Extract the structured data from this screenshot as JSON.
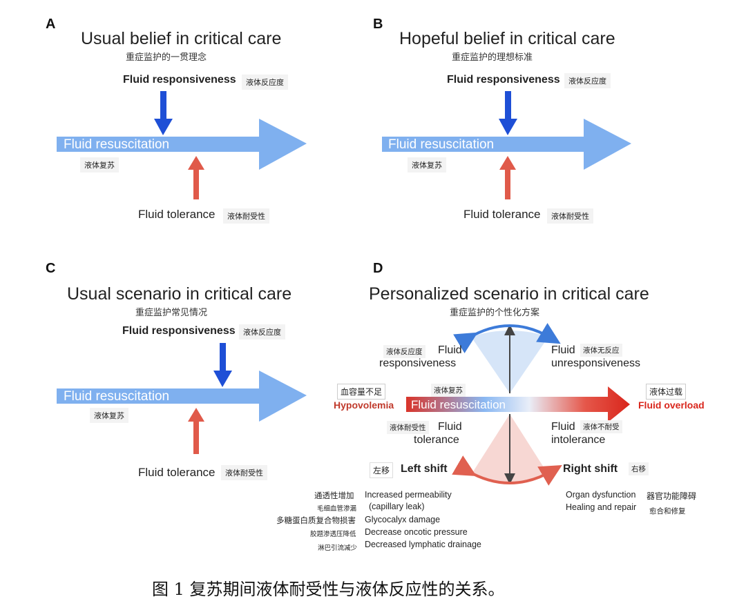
{
  "panels": {
    "a": {
      "letter": "A",
      "title": "Usual belief in critical care",
      "subtitle": "重症监护的一贯理念",
      "responsiveness": "Fluid responsiveness",
      "responsiveness_cn": "液体反应度",
      "resuscitation": "Fluid resuscitation",
      "resuscitation_cn": "液体复苏",
      "tolerance": "Fluid tolerance",
      "tolerance_cn": "液体耐受性"
    },
    "b": {
      "letter": "B",
      "title": "Hopeful belief in critical care",
      "subtitle": "重症监护的理想标准",
      "responsiveness": "Fluid responsiveness",
      "responsiveness_cn": "液体反应度",
      "resuscitation": "Fluid resuscitation",
      "resuscitation_cn": "液体复苏",
      "tolerance": "Fluid tolerance",
      "tolerance_cn": "液体耐受性"
    },
    "c": {
      "letter": "C",
      "title": "Usual scenario in critical care",
      "subtitle": "重症监护常见情况",
      "responsiveness": "Fluid responsiveness",
      "responsiveness_cn": "液体反应度",
      "resuscitation": "Fluid resuscitation",
      "resuscitation_cn": "液体复苏",
      "tolerance": "Fluid tolerance",
      "tolerance_cn": "液体耐受性"
    },
    "d": {
      "letter": "D",
      "title": "Personalized scenario in critical care",
      "subtitle": "重症监护的个性化方案",
      "resp_cn": "液体反应度",
      "resp_1": "Fluid",
      "resp_2": "responsiveness",
      "unresp_1": "Fluid",
      "unresp_cn": "液体无反应",
      "unresp_2": "unresponsiveness",
      "hypo_cn": "血容量不足",
      "hypo": "Hypovolemia",
      "resus_cn": "液体复苏",
      "resus": "Fluid resuscitation",
      "overload_cn": "液体过载",
      "overload": "Fluid overload",
      "tol_cn": "液体耐受性",
      "tol_1": "Fluid",
      "tol_2": "tolerance",
      "intol_1": "Fluid",
      "intol_cn": "液体不耐受",
      "intol_2": "intolerance",
      "left_cn": "左移",
      "left": "Left shift",
      "right": "Right shift",
      "right_cn": "右移",
      "left_items": [
        {
          "cn": "通透性增加",
          "en": "Increased permeability"
        },
        {
          "cn": "毛细血管渗漏",
          "en": "(capillary leak)"
        },
        {
          "cn": "多糖蛋白质复合物损害",
          "en": "Glycocalyx damage"
        },
        {
          "cn": "胶题渗透压降低",
          "en": "Decrease oncotic pressure"
        },
        {
          "cn": "淋巴引流减少",
          "en": "Decreased lymphatic drainage"
        }
      ],
      "right_items": [
        {
          "en": "Organ dysfunction",
          "cn": "器官功能障碍"
        },
        {
          "en": "Healing and repair",
          "cn": "愈合和修复"
        }
      ]
    }
  },
  "caption": "图 1  复苏期间液体耐受性与液体反应性的关系。",
  "colors": {
    "blue_arrow": "#7fb0ef",
    "blue_dark": "#1e4fd6",
    "red": "#e05a4a",
    "hypo_red": "#c0392b"
  }
}
